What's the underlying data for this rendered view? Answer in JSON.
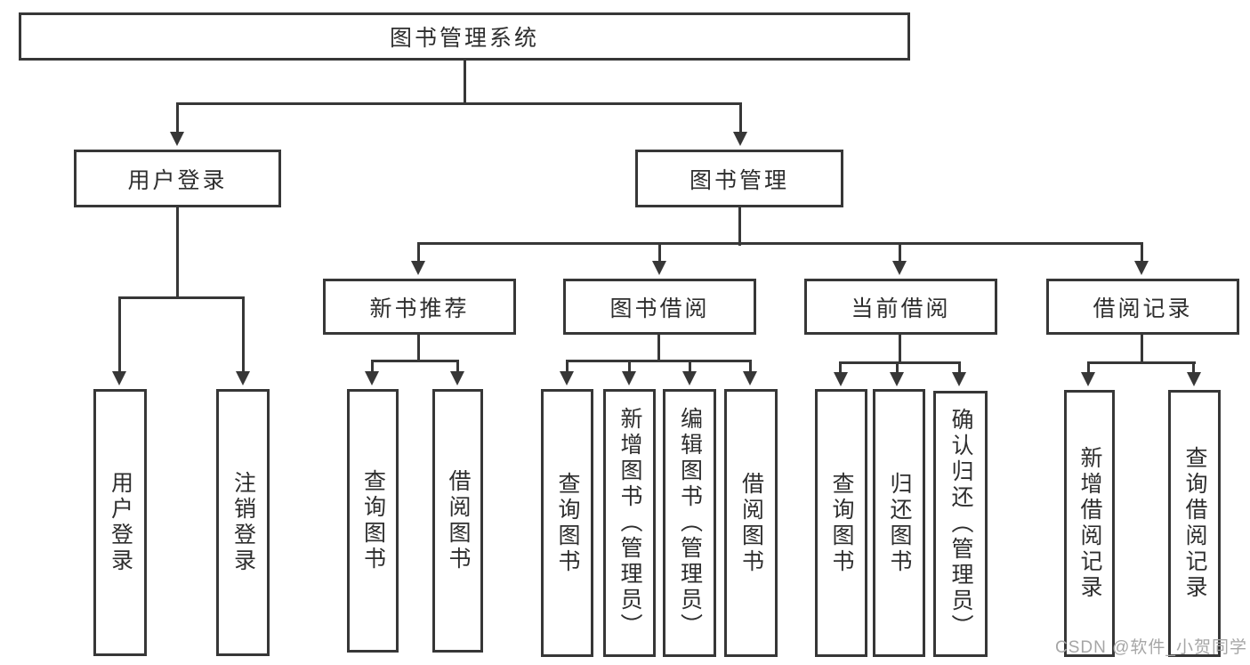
{
  "colors": {
    "line": "#373737",
    "text": "#2e2e2e",
    "box_fill": "#ffffff",
    "background": "#ffffff",
    "watermark": "#a6a6a6"
  },
  "watermark": {
    "text": "CSDN @软件_小贺同学"
  },
  "tree": {
    "root": {
      "label": "图书管理系统"
    },
    "branches": [
      {
        "label": "用户登录",
        "children": [
          {
            "label": "用户登录"
          },
          {
            "label": "注销登录"
          }
        ]
      },
      {
        "label": "图书管理",
        "groups": [
          {
            "label": "新书推荐",
            "children": [
              {
                "label": "查询图书"
              },
              {
                "label": "借阅图书"
              }
            ]
          },
          {
            "label": "图书借阅",
            "children": [
              {
                "label": "查询图书"
              },
              {
                "label": "新增图书（管理员）"
              },
              {
                "label": "编辑图书（管理员）"
              },
              {
                "label": "借阅图书"
              }
            ]
          },
          {
            "label": "当前借阅",
            "children": [
              {
                "label": "查询图书"
              },
              {
                "label": "归还图书"
              },
              {
                "label": "确认归还（管理员）"
              }
            ]
          },
          {
            "label": "借阅记录",
            "children": [
              {
                "label": "新增借阅记录"
              },
              {
                "label": "查询借阅记录"
              }
            ]
          }
        ]
      }
    ]
  }
}
